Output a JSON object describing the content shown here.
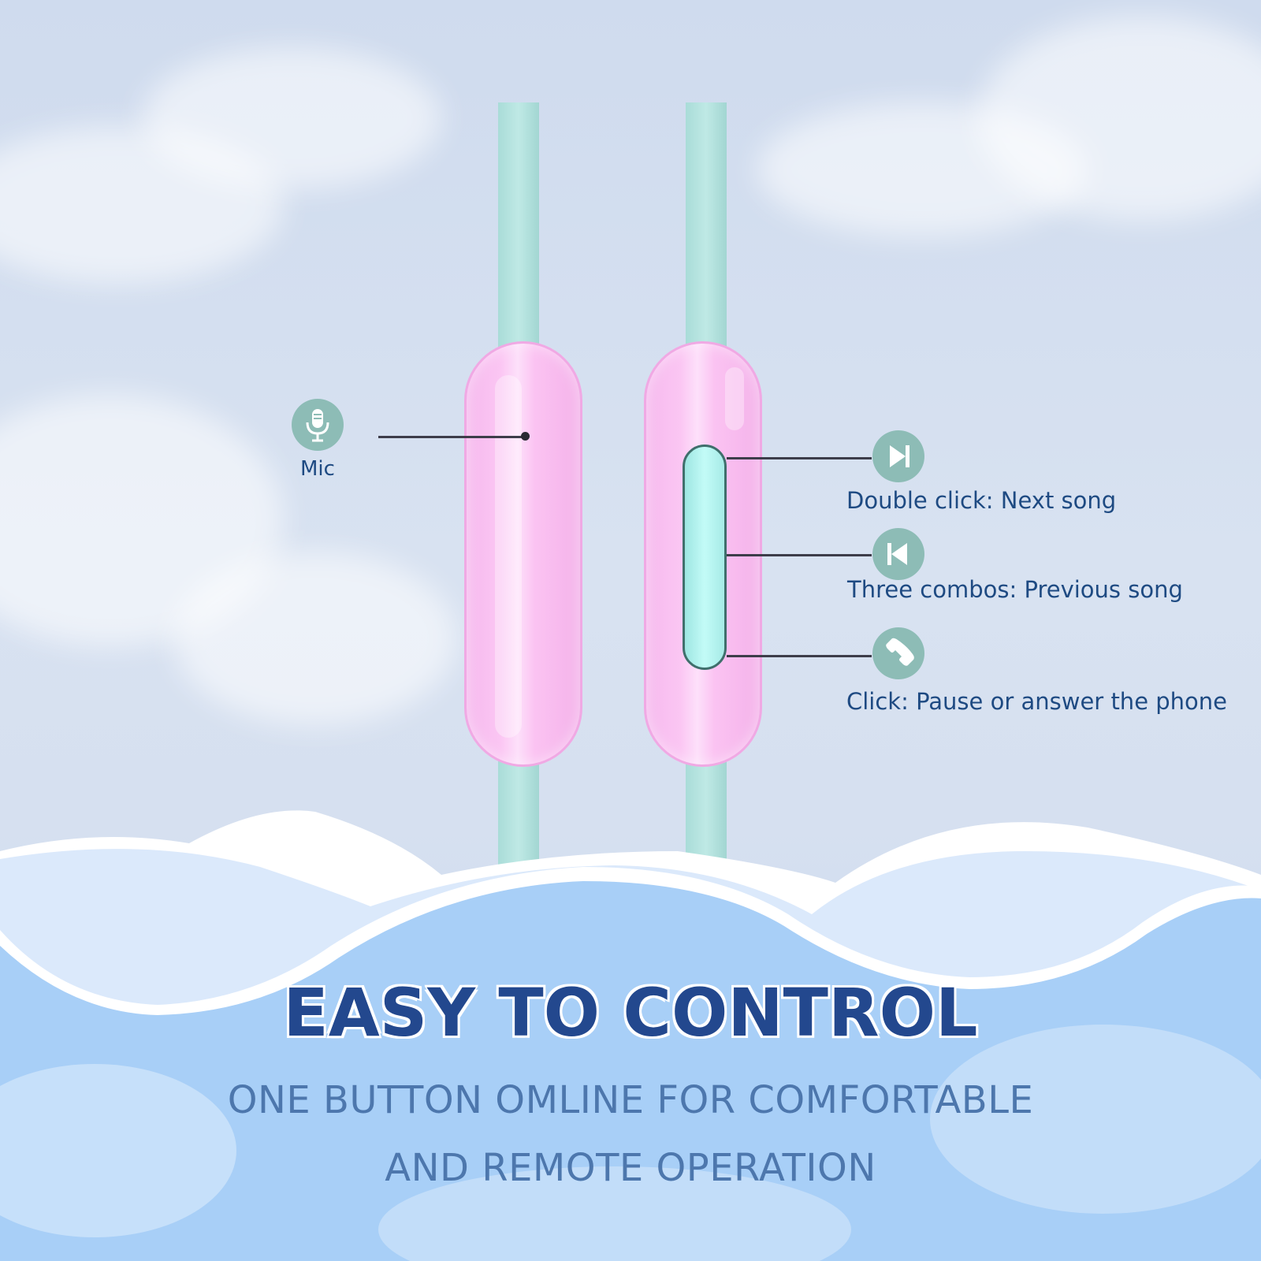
{
  "labels": {
    "mic": "Mic",
    "next": "Double click: Next song",
    "previous": "Three combos: Previous song",
    "pause": "Click: Pause or answer the phone"
  },
  "icons": {
    "mic": "microphone-icon",
    "next": "skip-next-icon",
    "previous": "skip-previous-icon",
    "pause": "phone-icon"
  },
  "headline": "EASY TO CONTROL",
  "subtitle": {
    "line1": "ONE BUTTON OMLINE FOR COMFORTABLE",
    "line2": "AND REMOTE OPERATION"
  },
  "colors": {
    "cable": "#aadcd8",
    "remote_body": "#fbc3f2",
    "button": "#b8f6f2",
    "icon_bg": "#8dbcb6",
    "label_text": "#1e4a82",
    "headline": "#23488e",
    "subtitle": "#4d77ad",
    "wave": "#a8cff7"
  }
}
